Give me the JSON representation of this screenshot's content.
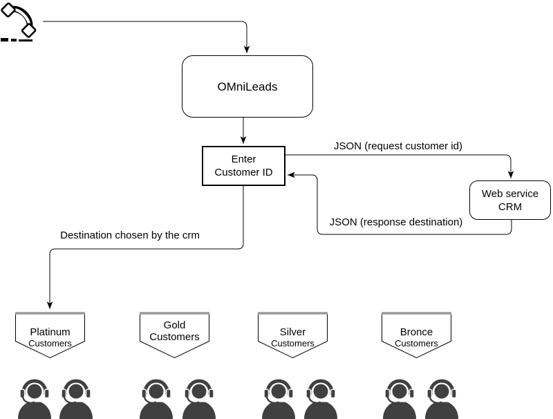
{
  "diagram": {
    "nodes": {
      "omnileads": {
        "label": "OMniLeads"
      },
      "enter_customer_id": {
        "line1": "Enter",
        "line2": "Customer ID"
      },
      "web_service_crm": {
        "line1": "Web service",
        "line2": "CRM"
      }
    },
    "edge_labels": {
      "request": "JSON (request customer id)",
      "response": "JSON (response destination)",
      "destination": "Destination chosen by the crm"
    },
    "banners": [
      {
        "title": "Platinum",
        "subtitle": "Customers"
      },
      {
        "title": "Gold",
        "subtitle": "Customers"
      },
      {
        "title": "Silver",
        "subtitle": "Customers"
      },
      {
        "title": "Bronce",
        "subtitle": "Customers"
      }
    ],
    "icons": {
      "source": "phone-handset",
      "agents": "call-center-agent"
    },
    "colors": {
      "line": "#000000",
      "agent_gray": "#404040",
      "banner_top_edge": "#999999",
      "background": "#ffffff"
    }
  }
}
